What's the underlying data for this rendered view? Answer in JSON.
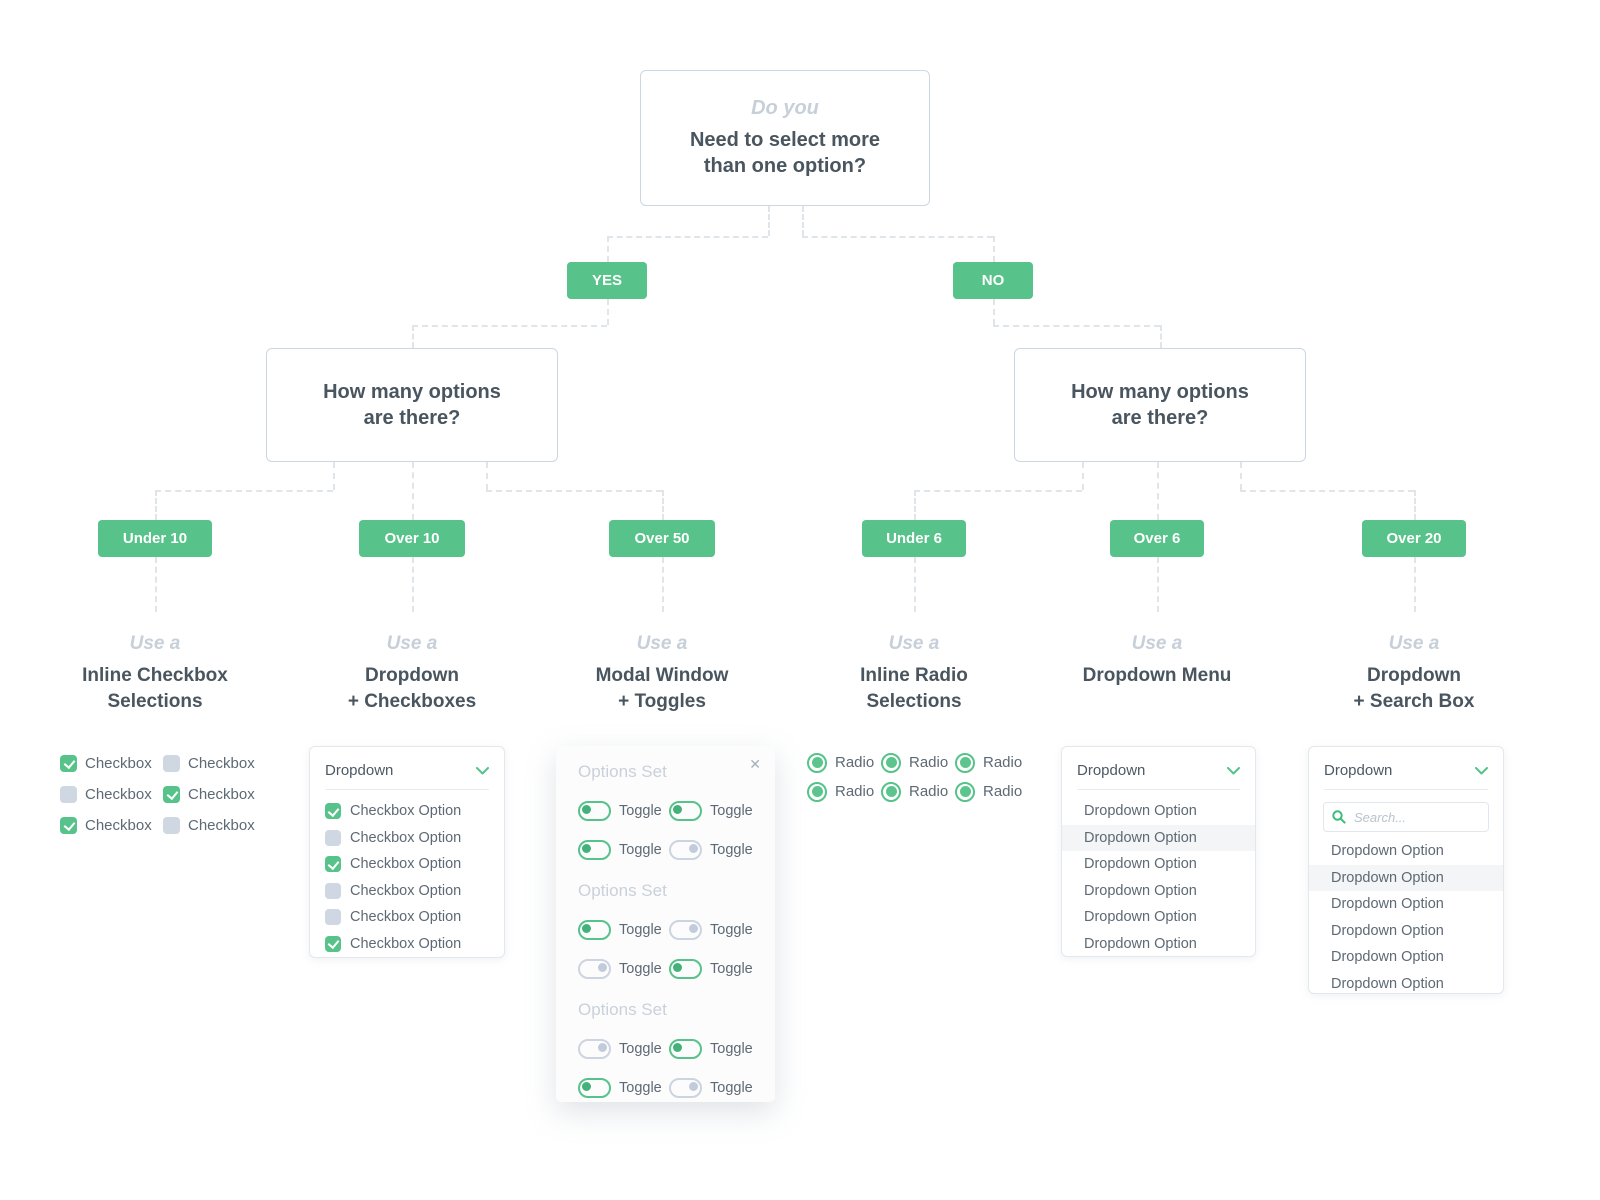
{
  "palette": {
    "accent_green": "#57c28a",
    "dark_text": "#49555f",
    "muted_text": "#5d6974",
    "faint_text": "#c7cfd9",
    "dashed_line": "#e0e5ea",
    "unchecked_control": "#cfd7e3",
    "highlight_row": "#f3f5f7"
  },
  "root": {
    "pretitle": "Do you",
    "title_line1": "Need to select more",
    "title_line2": "than one option?"
  },
  "yes_label": "YES",
  "no_label": "NO",
  "question_left": {
    "line1": "How many options",
    "line2": "are there?"
  },
  "question_right": {
    "line1": "How many options",
    "line2": "are there?"
  },
  "columns": [
    {
      "chip": "Under 10",
      "use_label": "Use a",
      "title_line1": "Inline Checkbox",
      "title_line2": "Selections"
    },
    {
      "chip": "Over 10",
      "use_label": "Use a",
      "title_line1": "Dropdown",
      "title_line2": "+ Checkboxes"
    },
    {
      "chip": "Over 50",
      "use_label": "Use a",
      "title_line1": "Modal Window",
      "title_line2": "+ Toggles"
    },
    {
      "chip": "Under 6",
      "use_label": "Use a",
      "title_line1": "Inline Radio",
      "title_line2": "Selections"
    },
    {
      "chip": "Over 6",
      "use_label": "Use a",
      "title_line1": "Dropdown Menu",
      "title_line2": ""
    },
    {
      "chip": "Over 20",
      "use_label": "Use a",
      "title_line1": "Dropdown",
      "title_line2": "+ Search Box"
    }
  ],
  "widgets": {
    "inline_checkboxes": {
      "items": [
        {
          "label": "Checkbox",
          "checked": true
        },
        {
          "label": "Checkbox",
          "checked": false
        },
        {
          "label": "Checkbox",
          "checked": false
        },
        {
          "label": "Checkbox",
          "checked": true
        },
        {
          "label": "Checkbox",
          "checked": true
        },
        {
          "label": "Checkbox",
          "checked": false
        }
      ]
    },
    "dropdown_checkboxes": {
      "header": "Dropdown",
      "options": [
        {
          "label": "Checkbox Option",
          "checked": true
        },
        {
          "label": "Checkbox Option",
          "checked": false
        },
        {
          "label": "Checkbox Option",
          "checked": true
        },
        {
          "label": "Checkbox Option",
          "checked": false
        },
        {
          "label": "Checkbox Option",
          "checked": false
        },
        {
          "label": "Checkbox Option",
          "checked": true
        }
      ]
    },
    "modal_toggles": {
      "close_icon": "✕",
      "sets": [
        {
          "title": "Options Set",
          "toggles": [
            {
              "label": "Toggle",
              "on": true
            },
            {
              "label": "Toggle",
              "on": true
            },
            {
              "label": "Toggle",
              "on": true
            },
            {
              "label": "Toggle",
              "on": false
            }
          ]
        },
        {
          "title": "Options Set",
          "toggles": [
            {
              "label": "Toggle",
              "on": true
            },
            {
              "label": "Toggle",
              "on": false
            },
            {
              "label": "Toggle",
              "on": false
            },
            {
              "label": "Toggle",
              "on": true
            }
          ]
        },
        {
          "title": "Options Set",
          "toggles": [
            {
              "label": "Toggle",
              "on": false
            },
            {
              "label": "Toggle",
              "on": true
            },
            {
              "label": "Toggle",
              "on": true
            },
            {
              "label": "Toggle",
              "on": false
            }
          ]
        }
      ]
    },
    "inline_radios": {
      "items": [
        {
          "label": "Radio",
          "selected": true
        },
        {
          "label": "Radio",
          "selected": true
        },
        {
          "label": "Radio",
          "selected": true
        },
        {
          "label": "Radio",
          "selected": true
        },
        {
          "label": "Radio",
          "selected": true
        },
        {
          "label": "Radio",
          "selected": true
        }
      ]
    },
    "dropdown_menu": {
      "header": "Dropdown",
      "options": [
        {
          "label": "Dropdown Option",
          "highlighted": false
        },
        {
          "label": "Dropdown Option",
          "highlighted": true
        },
        {
          "label": "Dropdown Option",
          "highlighted": false
        },
        {
          "label": "Dropdown Option",
          "highlighted": false
        },
        {
          "label": "Dropdown Option",
          "highlighted": false
        },
        {
          "label": "Dropdown Option",
          "highlighted": false
        }
      ]
    },
    "dropdown_search": {
      "header": "Dropdown",
      "search_placeholder": "Search...",
      "options": [
        {
          "label": "Dropdown Option",
          "highlighted": false
        },
        {
          "label": "Dropdown Option",
          "highlighted": true
        },
        {
          "label": "Dropdown Option",
          "highlighted": false
        },
        {
          "label": "Dropdown Option",
          "highlighted": false
        },
        {
          "label": "Dropdown Option",
          "highlighted": false
        },
        {
          "label": "Dropdown Option",
          "highlighted": false
        }
      ]
    }
  }
}
